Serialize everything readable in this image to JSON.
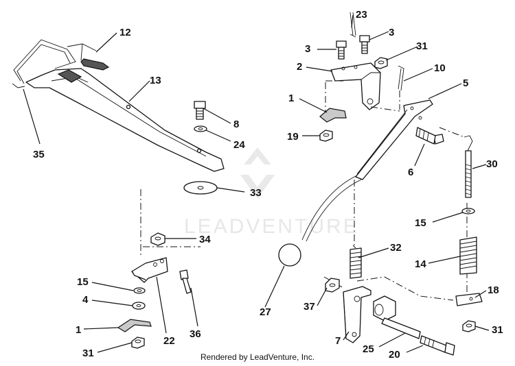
{
  "watermark": "LEADVENTURE",
  "footer": "Rendered by LeadVenture, Inc.",
  "callouts": {
    "c12": "12",
    "c13": "13",
    "c35": "35",
    "c8": "8",
    "c24": "24",
    "c33": "33",
    "c34": "34",
    "c15a": "15",
    "c4": "4",
    "c1a": "1",
    "c31a": "31",
    "c22": "22",
    "c36": "36",
    "c23": "23",
    "c3a": "3",
    "c3b": "3",
    "c2": "2",
    "c31b": "31",
    "c10": "10",
    "c5": "5",
    "c1b": "1",
    "c19": "19",
    "c6": "6",
    "c30": "30",
    "c15b": "15",
    "c14": "14",
    "c32": "32",
    "c27": "27",
    "c37": "37",
    "c18": "18",
    "c31c": "31",
    "c7": "7",
    "c25": "25",
    "c20": "20"
  }
}
